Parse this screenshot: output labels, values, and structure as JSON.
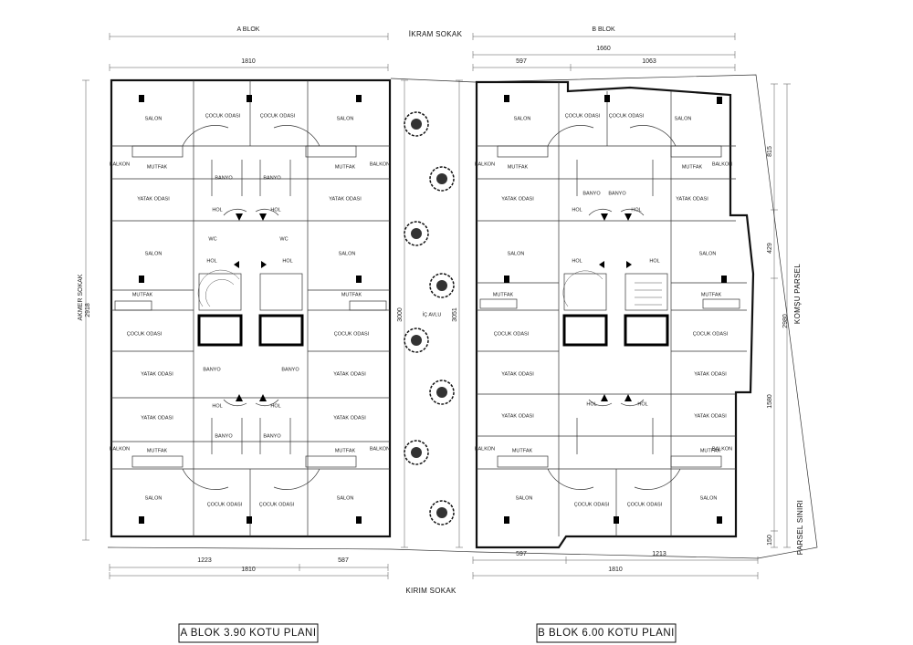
{
  "blocks": {
    "a": {
      "header": "A BLOK",
      "top_width": "1810",
      "bottom_left": "1223",
      "bottom_right": "587",
      "bottom_total": "1810",
      "side_left": "AKMER SOKAK\n2918",
      "side_right": "3000",
      "title": "A BLOK  3.90 KOTU PLANI"
    },
    "b": {
      "header": "B BLOK",
      "top_total": "1660",
      "top_left": "597",
      "top_right": "1063",
      "bottom_left": "597",
      "bottom_right": "1213",
      "bottom_total": "1810",
      "side_left": "3051",
      "right_dims": [
        "815",
        "429",
        "1580",
        "150"
      ],
      "right_total": "2980",
      "title": "B BLOK  6.00 KOTU PLANI"
    }
  },
  "streets": {
    "top": "İKRAM SOKAK",
    "bottom": "KIRIM SOKAK",
    "left": "AKMER SOKAK",
    "left_dim": "2918",
    "right": "KOMŞU PARSEL",
    "right_lower": "PARSEL SINIRI"
  },
  "courtyard": "İÇ AVLU",
  "rooms": {
    "salon": "SALON",
    "cocuk": "ÇOCUK ODASI",
    "yatak": "YATAK ODASI",
    "mutfak": "MUTFAK",
    "balkon": "BALKON",
    "banyo": "BANYO",
    "hol": "HOL",
    "wc": "WC"
  }
}
